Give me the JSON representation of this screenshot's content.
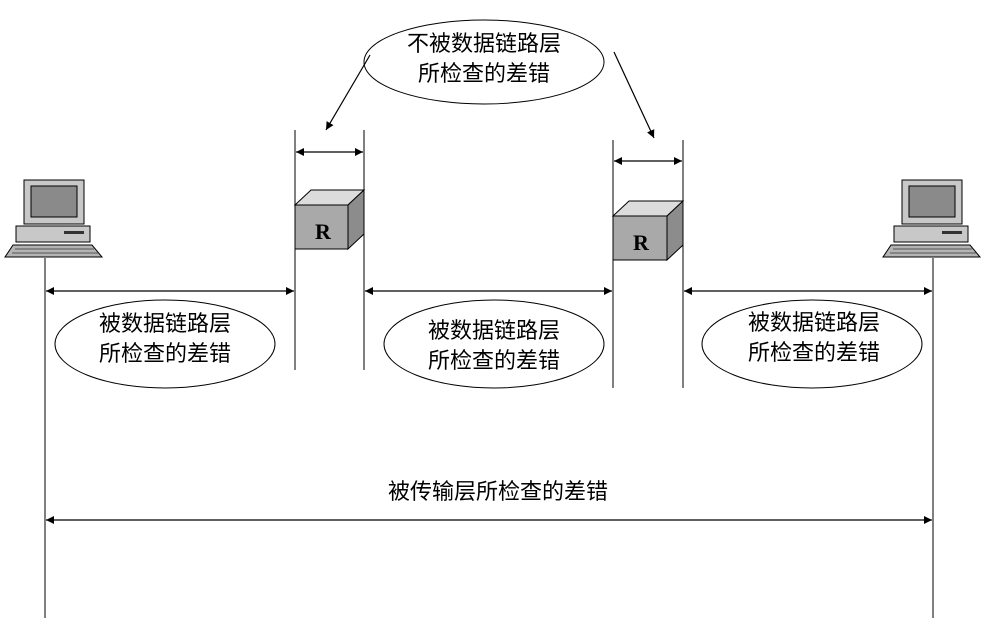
{
  "labels": {
    "not_checked_line1": "不被数据链路层",
    "not_checked_line2": "所检查的差错",
    "link_checked_line1": "被数据链路层",
    "link_checked_line2": "所检查的差错",
    "transport_checked": "被传输层所检查的差错"
  },
  "routers": {
    "left_label": "R",
    "right_label": "R"
  },
  "icons": {
    "host": "desktop-computer-icon",
    "router": "router-box-icon"
  },
  "colors": {
    "line": "#000000",
    "router_front": "#a9a9a9",
    "router_top": "#dcdcdc",
    "router_side": "#8c8c8c",
    "computer_body": "#c8c8c8"
  }
}
